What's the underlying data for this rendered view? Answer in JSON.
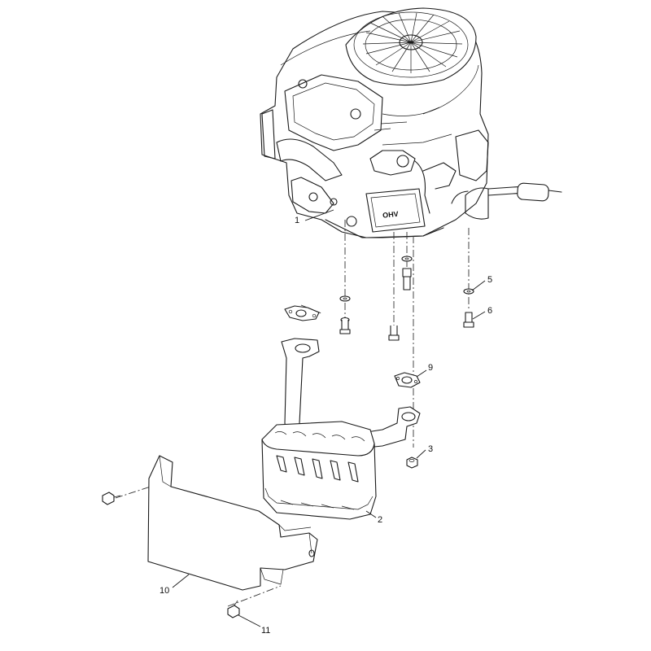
{
  "diagram": {
    "engine_badge": "OHV",
    "callouts": {
      "c1": "1",
      "c2": "2",
      "c3": "3",
      "c5": "5",
      "c6": "6",
      "c9": "9",
      "c10": "10",
      "c11": "11"
    }
  }
}
